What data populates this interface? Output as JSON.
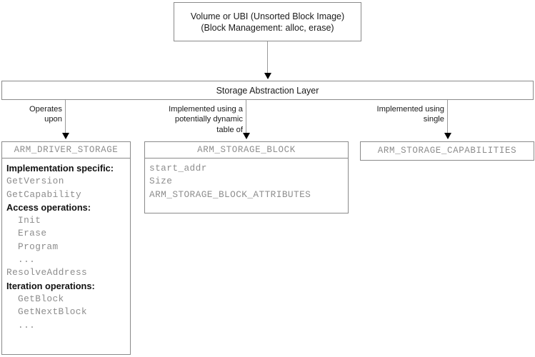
{
  "diagram": {
    "title": "Storage Abstraction Layer architecture diagram",
    "colors": {
      "box_border": "#8a8a8a",
      "edge_line": "#9a9a9a",
      "arrowhead": "#000000",
      "mono_text": "#8d8d8d",
      "heading_text": "#121212",
      "background": "#ffffff"
    }
  },
  "nodes": {
    "volume": {
      "line1": "Volume or UBI (Unsorted Block Image)",
      "line2": "(Block Management: alloc, erase)"
    },
    "storage_abstraction_layer": {
      "label": "Storage Abstraction Layer"
    },
    "arm_driver_storage": {
      "header": "ARM_DRIVER_STORAGE",
      "rows": [
        {
          "text": "Implementation specific:",
          "style": "heading",
          "indent": false
        },
        {
          "text": "GetVersion",
          "style": "mono",
          "indent": false
        },
        {
          "text": "GetCapability",
          "style": "mono",
          "indent": false
        },
        {
          "text": "Access operations:",
          "style": "heading",
          "indent": false
        },
        {
          "text": "Init",
          "style": "mono",
          "indent": true
        },
        {
          "text": "Erase",
          "style": "mono",
          "indent": true
        },
        {
          "text": "Program",
          "style": "mono",
          "indent": true
        },
        {
          "text": "...",
          "style": "mono",
          "indent": true
        },
        {
          "text": "ResolveAddress",
          "style": "mono",
          "indent": false
        },
        {
          "text": "Iteration operations:",
          "style": "heading",
          "indent": false
        },
        {
          "text": "GetBlock",
          "style": "mono",
          "indent": true
        },
        {
          "text": "GetNextBlock",
          "style": "mono",
          "indent": true
        },
        {
          "text": "...",
          "style": "mono",
          "indent": true
        }
      ]
    },
    "arm_storage_block": {
      "header": "ARM_STORAGE_BLOCK",
      "rows": [
        {
          "text": "start_addr",
          "style": "mono",
          "indent": false
        },
        {
          "text": "Size",
          "style": "mono",
          "indent": false
        },
        {
          "text": "ARM_STORAGE_BLOCK_ATTRIBUTES",
          "style": "mono",
          "indent": false
        }
      ]
    },
    "arm_storage_capabilities": {
      "header": "ARM_STORAGE_CAPABILITIES"
    }
  },
  "edges": {
    "volume_to_sal": {
      "label": ""
    },
    "sal_to_driver": {
      "label_line1": "Operates",
      "label_line2": "upon"
    },
    "sal_to_block": {
      "label_line1": "Implemented using a",
      "label_line2": "potentially dynamic",
      "label_line3": "table of"
    },
    "sal_to_caps": {
      "label_line1": "Implemented using",
      "label_line2": "single"
    }
  }
}
